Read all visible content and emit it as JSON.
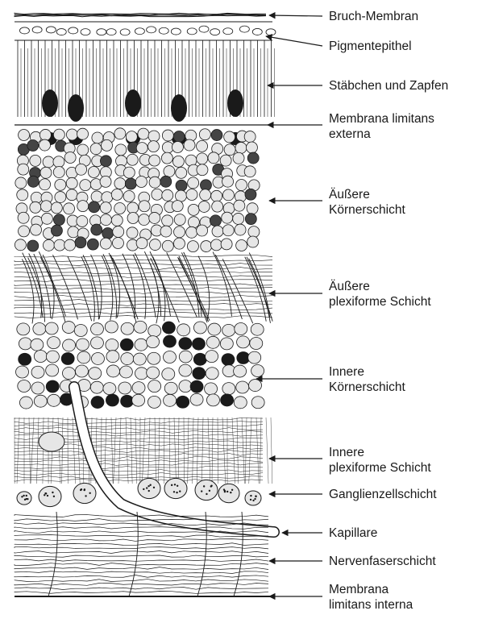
{
  "labels": [
    {
      "id": "bruch-membran",
      "lines": [
        "Bruch-Membran"
      ]
    },
    {
      "id": "pigmentepithel",
      "lines": [
        "Pigmentepithel"
      ]
    },
    {
      "id": "staebchen-zapfen",
      "lines": [
        "Stäbchen und Zapfen"
      ]
    },
    {
      "id": "membrana-limitans-externa",
      "lines": [
        "Membrana limitans",
        "externa"
      ]
    },
    {
      "id": "aeussere-koernerschicht",
      "lines": [
        "Äußere",
        "Körnerschicht"
      ]
    },
    {
      "id": "aeussere-plexiforme",
      "lines": [
        "Äußere",
        "plexiforme Schicht"
      ]
    },
    {
      "id": "innere-koernerschicht",
      "lines": [
        "Innere",
        "Körnerschicht"
      ]
    },
    {
      "id": "innere-plexiforme",
      "lines": [
        "Innere",
        "plexiforme Schicht"
      ]
    },
    {
      "id": "ganglienzellschicht",
      "lines": [
        "Ganglienzellschicht"
      ]
    },
    {
      "id": "kapillare",
      "lines": [
        "Kapillare"
      ]
    },
    {
      "id": "nervenfaserschicht",
      "lines": [
        "Nervenfaserschicht"
      ]
    },
    {
      "id": "membrana-limitans-interna",
      "lines": [
        "Membrana",
        "limitans interna"
      ]
    }
  ],
  "colors": {
    "ink": "#1a1a1a",
    "paper": "#ffffff",
    "cell_fill": "#e6e6e6"
  }
}
